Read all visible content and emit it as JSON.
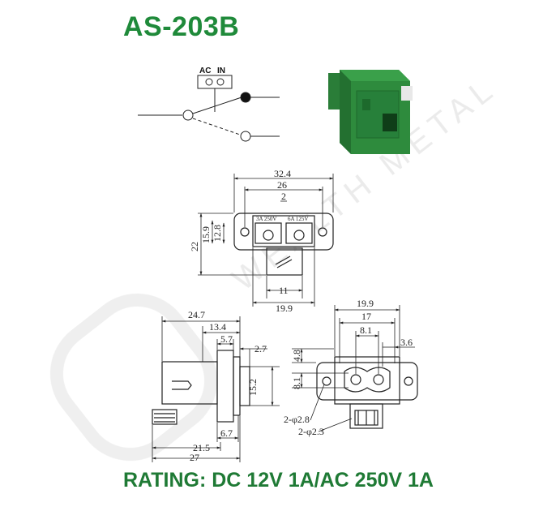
{
  "title": "AS-203B",
  "rating": "RATING: DC 12V 1A/AC 250V 1A",
  "schematic": {
    "ac_label": "AC",
    "in_label": "IN"
  },
  "watermark": "WEALTH METAL",
  "front_view": {
    "dims": {
      "overall_width": "32.4",
      "hole_pitch": "26",
      "slot": "2",
      "height_22": "22",
      "height_15_9": "15.9",
      "height_12_8": "12.8",
      "base_width": "11",
      "body_width": "19.9"
    },
    "markings": {
      "left": "3A 250V",
      "right": "6A 125V"
    }
  },
  "side_view": {
    "dims": {
      "d24_7": "24.7",
      "d13_4": "13.4",
      "d5_7": "5.7",
      "d2_7": "2.7",
      "d15_2": "15.2",
      "d6_7": "6.7",
      "d21_5": "21.5",
      "d27": "27"
    }
  },
  "rear_view": {
    "dims": {
      "d19_9": "19.9",
      "d17": "17",
      "d8_1_top": "8.1",
      "d3_6": "3.6",
      "d4_8": "4.8",
      "d8_1_left": "8.1",
      "hole_2_8": "2-φ2.8",
      "hole_2_3": "2-φ2.3"
    }
  },
  "colors": {
    "title": "#1f8a3a",
    "body_green": "#2e8b3d",
    "line": "#222222"
  }
}
